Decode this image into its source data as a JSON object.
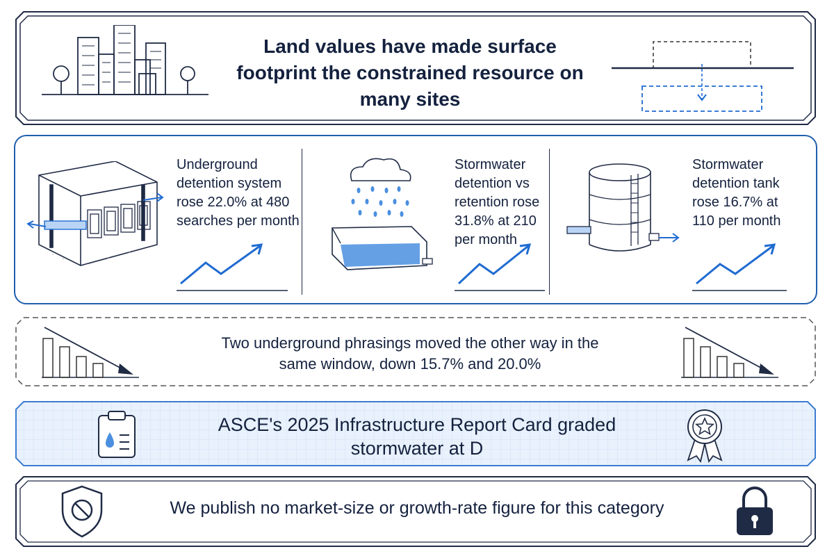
{
  "headline": {
    "text": "Land values have made surface footprint the constrained resource on many sites",
    "left_art_icon": "city-skyline-icon",
    "right_art_icon": "underground-footprint-icon"
  },
  "stats": [
    {
      "text": "Underground detention system rose 22.0% at 480 searches per month",
      "icon": "underground-vault-icon"
    },
    {
      "text": "Stormwater detention vs retention rose 31.8% at 210 per month",
      "icon": "rain-basin-icon"
    },
    {
      "text": "Stormwater detention tank rose 16.7% at 110 per month",
      "icon": "detention-tank-icon"
    }
  ],
  "decline": {
    "text": "Two underground phrasings moved the other way in the same window, down 15.7% and 20.0%",
    "icon": "declining-bars-icon"
  },
  "report_card": {
    "text": "ASCE's 2025 Infrastructure Report Card graded stormwater at D",
    "left_icon": "clipboard-water-icon",
    "right_icon": "award-ribbon-icon"
  },
  "disclaimer": {
    "text": "We publish no market-size or growth-rate figure for this category",
    "left_icon": "prohibited-shield-icon",
    "right_icon": "padlock-icon"
  },
  "colors": {
    "navy": "#1f2a44",
    "accent_blue": "#1f6bd1",
    "panel_blue_fill": "#e8f1fc",
    "water_blue": "#4a8fe0"
  }
}
